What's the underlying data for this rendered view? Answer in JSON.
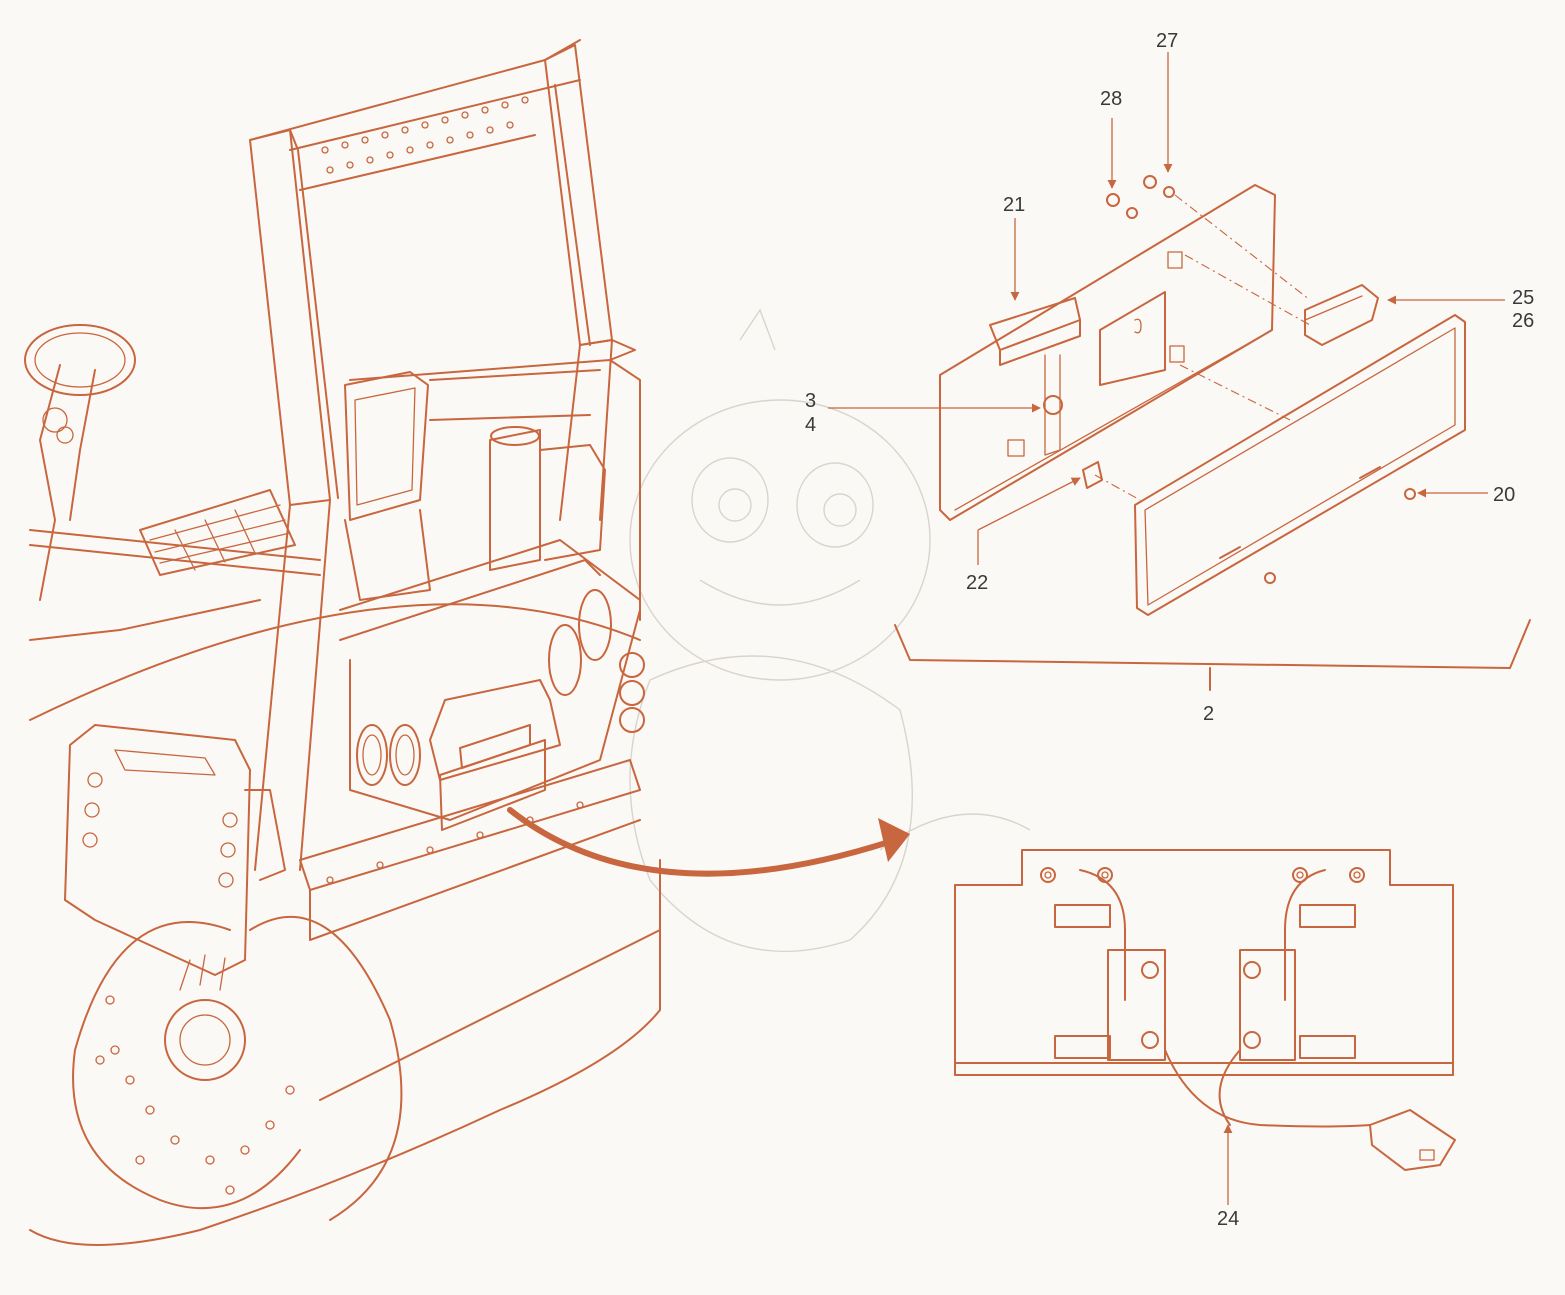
{
  "diagram": {
    "callouts": {
      "c27": "27",
      "c28": "28",
      "c21": "21",
      "c25": "25",
      "c26": "26",
      "c3": "3",
      "c4": "4",
      "c20": "20",
      "c22": "22",
      "c2": "2",
      "c24": "24"
    },
    "colors": {
      "line": "#c8663f",
      "arrow": "#c8663f",
      "text": "#3a3a3a",
      "background": "#fbf9f5"
    }
  }
}
